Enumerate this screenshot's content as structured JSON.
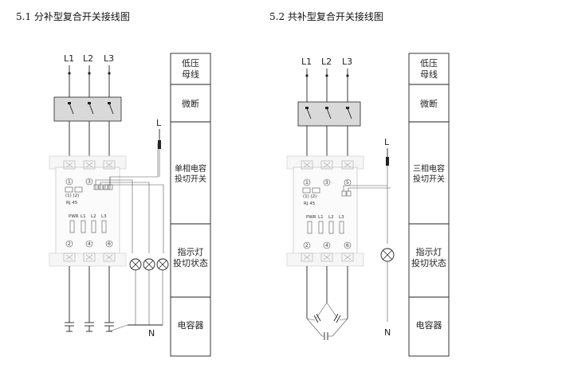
{
  "left": {
    "heading": "5.1 分补型复合开关接线图",
    "phases": [
      "L1",
      "L2",
      "L3"
    ],
    "L_label": "L",
    "N_label": "N",
    "terminals_top": [
      "1",
      "3"
    ],
    "terminals_bottom": [
      "2",
      "4",
      "6"
    ],
    "port_labels": "(1) (2)",
    "rj45": "RJ 45",
    "indicators": [
      "PWR",
      "L1",
      "L2",
      "L3"
    ],
    "panel": [
      {
        "lines": [
          "低压",
          "母线"
        ]
      },
      {
        "lines": [
          "微断"
        ]
      },
      {
        "lines": [
          "单相电容",
          "投切开关"
        ]
      },
      {
        "lines": [
          "指示灯",
          "投切状态"
        ]
      },
      {
        "lines": [
          "电容器"
        ]
      }
    ]
  },
  "right": {
    "heading": "5.2 共补型复合开关接线图",
    "phases": [
      "L1",
      "L2",
      "L3"
    ],
    "L_label": "L",
    "N_label": "N",
    "terminals_top": [
      "1",
      "3",
      "5"
    ],
    "terminals_bottom": [
      "2",
      "4",
      "6"
    ],
    "port_labels": "(1) (2)",
    "rj45": "RJ 45",
    "indicators": [
      "PWR",
      "L1",
      "L2",
      "L3"
    ],
    "panel": [
      {
        "lines": [
          "低压",
          "母线"
        ]
      },
      {
        "lines": [
          "微断"
        ]
      },
      {
        "lines": [
          "三相电容",
          "投切开关"
        ]
      },
      {
        "lines": [
          "指示灯",
          "投切状态"
        ]
      },
      {
        "lines": [
          "电容器"
        ]
      }
    ]
  }
}
